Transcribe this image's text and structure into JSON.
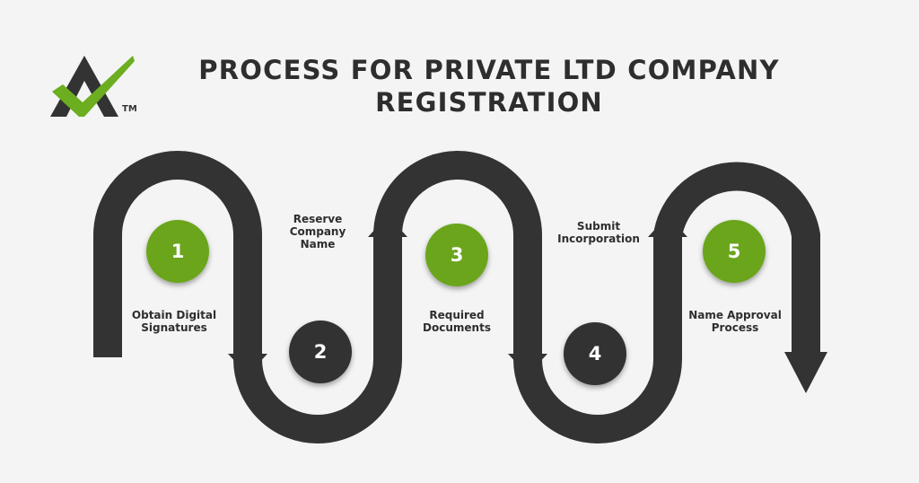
{
  "title": "PROCESS FOR PRIVATE LTD COMPANY REGISTRATION",
  "logo": {
    "icon": "checkmark-a-logo",
    "trademark": "TM",
    "colors": {
      "dark": "#333333",
      "green": "#6cae1f"
    }
  },
  "colors": {
    "path": "#333333",
    "green_step": "#6aa51e",
    "dark_step": "#333333",
    "background": "#f4f4f4"
  },
  "steps": [
    {
      "number": "1",
      "label_line1": "Obtain Digital",
      "label_line2": "Signatures",
      "color": "green"
    },
    {
      "number": "2",
      "label_line1": "Reserve",
      "label_line2": "Company",
      "label_line3": "Name",
      "color": "dark"
    },
    {
      "number": "3",
      "label_line1": "Required",
      "label_line2": "Documents",
      "color": "green"
    },
    {
      "number": "4",
      "label_line1": "Submit",
      "label_line2": "Incorporation",
      "color": "dark"
    },
    {
      "number": "5",
      "label_line1": "Name Approval",
      "label_line2": "Process",
      "color": "green"
    }
  ]
}
